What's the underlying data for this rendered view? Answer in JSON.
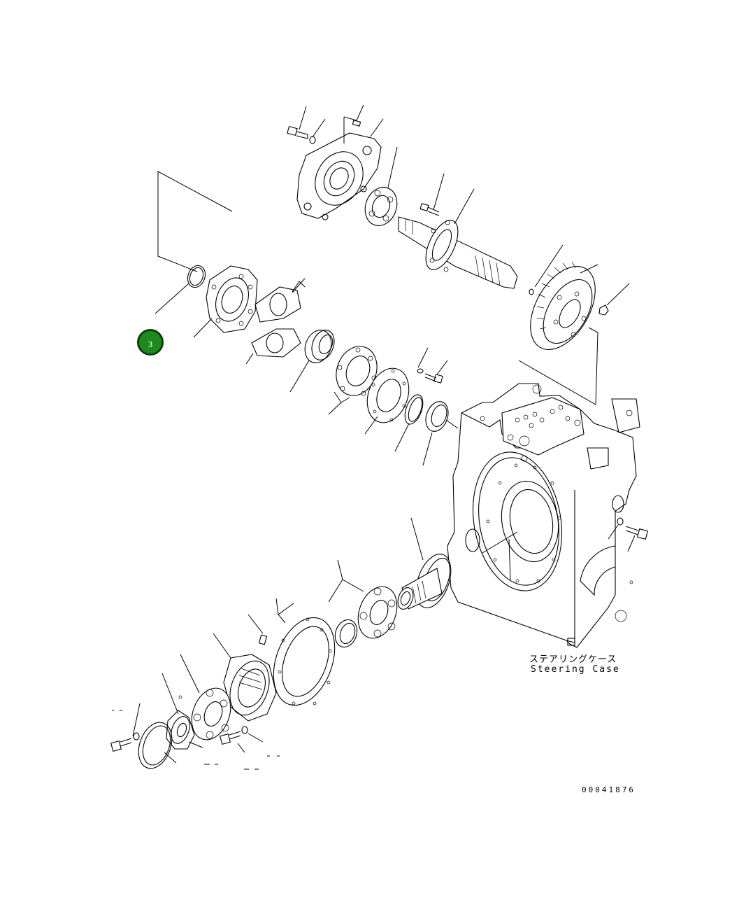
{
  "labels": {
    "case_jp": "ステアリングケース",
    "case_en": "Steering Case",
    "drawing_number": "00041876"
  },
  "callout": {
    "number": "3",
    "color": "#1e8a1e",
    "border_color": "#0b3f0b"
  }
}
